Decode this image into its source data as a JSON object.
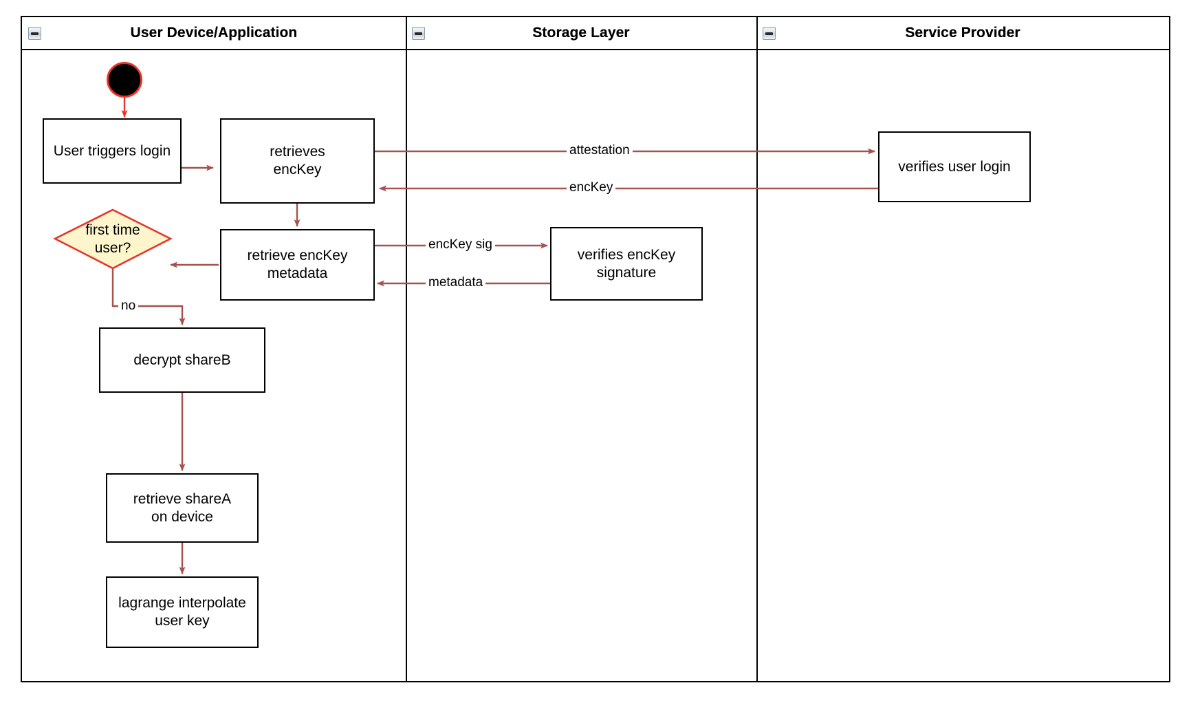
{
  "diagram": {
    "type": "swimlane-activity-diagram",
    "lanes": [
      {
        "id": "user-device",
        "title": "User Device/Application",
        "collapse_icon": "collapse-minus-icon"
      },
      {
        "id": "storage-layer",
        "title": "Storage Layer",
        "collapse_icon": "collapse-minus-icon"
      },
      {
        "id": "service-provider",
        "title": "Service Provider",
        "collapse_icon": "collapse-minus-icon"
      }
    ],
    "nodes": [
      {
        "id": "start",
        "type": "start-event",
        "label": "",
        "lane": "user-device"
      },
      {
        "id": "user-triggers-login",
        "type": "activity",
        "label": "User triggers login",
        "lane": "user-device"
      },
      {
        "id": "retrieves-enckey",
        "type": "activity",
        "label": "retrieves\nencKey",
        "lane": "user-device"
      },
      {
        "id": "first-time-user",
        "type": "decision",
        "label": "first time\nuser?",
        "lane": "user-device"
      },
      {
        "id": "retrieve-enckey-metadata",
        "type": "activity",
        "label": "retrieve encKey\nmetadata",
        "lane": "user-device"
      },
      {
        "id": "decrypt-shareb",
        "type": "activity",
        "label": "decrypt shareB",
        "lane": "user-device"
      },
      {
        "id": "retrieve-sharea-on-device",
        "type": "activity",
        "label": "retrieve shareA\non device",
        "lane": "user-device"
      },
      {
        "id": "lagrange-interpolate-user-key",
        "type": "activity",
        "label": "lagrange interpolate\nuser key",
        "lane": "user-device"
      },
      {
        "id": "verifies-enckey-signature",
        "type": "activity",
        "label": "verifies encKey\nsignature",
        "lane": "storage-layer"
      },
      {
        "id": "verifies-user-login",
        "type": "activity",
        "label": "verifies user login",
        "lane": "service-provider"
      }
    ],
    "edges": [
      {
        "id": "e-start-login",
        "from": "start",
        "to": "user-triggers-login",
        "label": ""
      },
      {
        "id": "e-login-retrieves",
        "from": "user-triggers-login",
        "to": "retrieves-enckey",
        "label": ""
      },
      {
        "id": "e-attestation",
        "from": "retrieves-enckey",
        "to": "verifies-user-login",
        "label": "attestation"
      },
      {
        "id": "e-enckey-back",
        "from": "verifies-user-login",
        "to": "retrieves-enckey",
        "label": "encKey"
      },
      {
        "id": "e-retrieves-metadata",
        "from": "retrieves-enckey",
        "to": "retrieve-enckey-metadata",
        "label": ""
      },
      {
        "id": "e-enckey-sig",
        "from": "retrieve-enckey-metadata",
        "to": "verifies-enckey-signature",
        "label": "encKey sig"
      },
      {
        "id": "e-metadata-back",
        "from": "verifies-enckey-signature",
        "to": "retrieve-enckey-metadata",
        "label": "metadata"
      },
      {
        "id": "e-metadata-decision",
        "from": "retrieve-enckey-metadata",
        "to": "first-time-user",
        "label": ""
      },
      {
        "id": "e-no-decrypt",
        "from": "first-time-user",
        "to": "decrypt-shareb",
        "label": "no"
      },
      {
        "id": "e-decrypt-sharea",
        "from": "decrypt-shareb",
        "to": "retrieve-sharea-on-device",
        "label": ""
      },
      {
        "id": "e-sharea-lagrange",
        "from": "retrieve-sharea-on-device",
        "to": "lagrange-interpolate-user-key",
        "label": ""
      }
    ],
    "colors": {
      "edge": "#a4524b",
      "start_ring": "#e8352b",
      "start_fill": "#000000",
      "decision_fill": "#fdf6cd",
      "decision_stroke": "#e8352b",
      "node_stroke": "#000000",
      "node_fill": "#ffffff",
      "lane_stroke": "#000000",
      "text": "#000000"
    }
  }
}
